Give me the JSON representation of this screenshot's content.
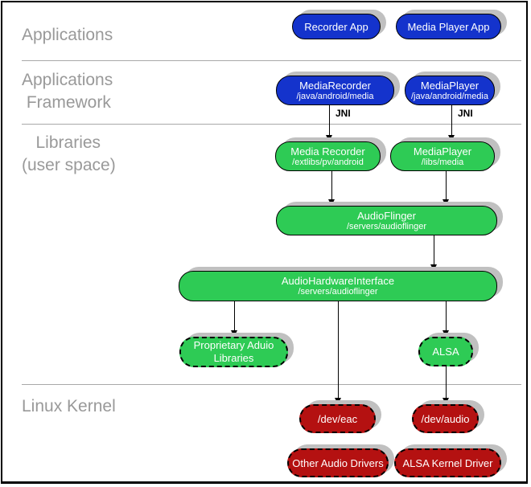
{
  "sections": {
    "applications": {
      "label": "Applications"
    },
    "framework": {
      "line1": "Applications",
      "line2": " Framework"
    },
    "libraries": {
      "line1": "   Libraries",
      "line2": "(user space)"
    },
    "kernel": {
      "label": "Linux Kernel"
    }
  },
  "labels": {
    "jni": "JNI"
  },
  "colors": {
    "app_blue": "#1433cc",
    "lib_green": "#2ecb55",
    "kernel_red": "#b41111",
    "shadow": "#c0c0c0",
    "section_text": "#999999",
    "divider": "#a8a8a8"
  },
  "nodes": {
    "recorder_app": {
      "title": "Recorder App"
    },
    "media_player_app": {
      "title": "Media Player App"
    },
    "media_recorder_fw": {
      "title": "MediaRecorder",
      "subtitle": "/java/android/media"
    },
    "media_player_fw": {
      "title": "MediaPlayer",
      "subtitle": "/java/android/media"
    },
    "media_recorder_lib": {
      "title": "Media Recorder",
      "subtitle": "/extlibs/pv/android"
    },
    "media_player_lib": {
      "title": "MediaPlayer",
      "subtitle": "/libs/media"
    },
    "audio_flinger": {
      "title": "AudioFlinger",
      "subtitle": "/servers/audioflinger"
    },
    "audio_hardware_interface": {
      "title": "AudioHardwareInterface",
      "subtitle": "/servers/audioflinger"
    },
    "proprietary_audio_libraries": {
      "title": "Proprietary Aduio Libraries"
    },
    "alsa": {
      "title": "ALSA"
    },
    "dev_eac": {
      "title": "/dev/eac"
    },
    "dev_audio": {
      "title": "/dev/audio"
    },
    "other_audio_drivers": {
      "title": "Other Audio Drivers"
    },
    "alsa_kernel_driver": {
      "title": "ALSA Kernel Driver"
    }
  }
}
